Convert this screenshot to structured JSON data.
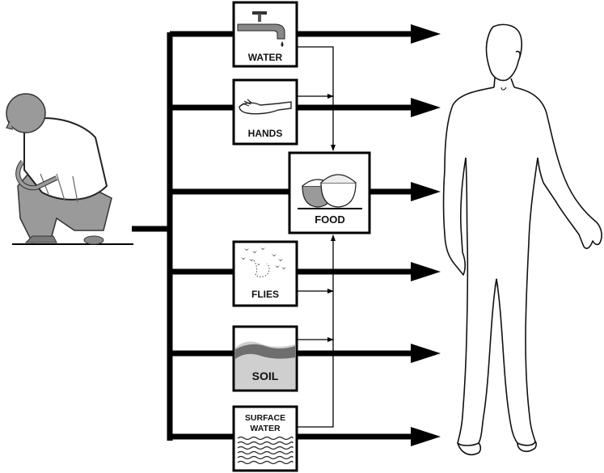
{
  "diagram": {
    "routes": [
      {
        "id": "water",
        "label": "WATER"
      },
      {
        "id": "hands",
        "label": "HANDS"
      },
      {
        "id": "food",
        "label": "FOOD"
      },
      {
        "id": "flies",
        "label": "FLIES"
      },
      {
        "id": "soil",
        "label": "SOIL"
      },
      {
        "id": "surface-water",
        "label_line1": "SURFACE",
        "label_line2": "WATER"
      }
    ]
  }
}
